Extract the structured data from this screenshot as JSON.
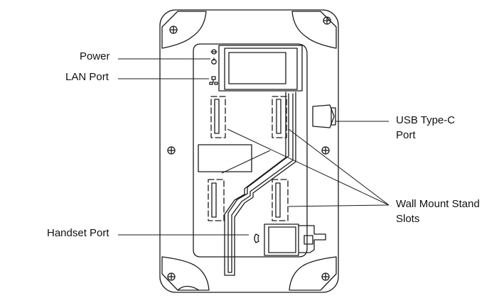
{
  "labels": {
    "power": "Power",
    "lan_port": "LAN Port",
    "handset_port": "Handset Port",
    "usb_line1": "USB Type-C",
    "usb_line2": "Port",
    "wall_line1": "Wall Mount Stand",
    "wall_line2": "Slots"
  },
  "colors": {
    "outline": "#1a1a1a",
    "label_text": "#111111",
    "background": "#ffffff"
  }
}
